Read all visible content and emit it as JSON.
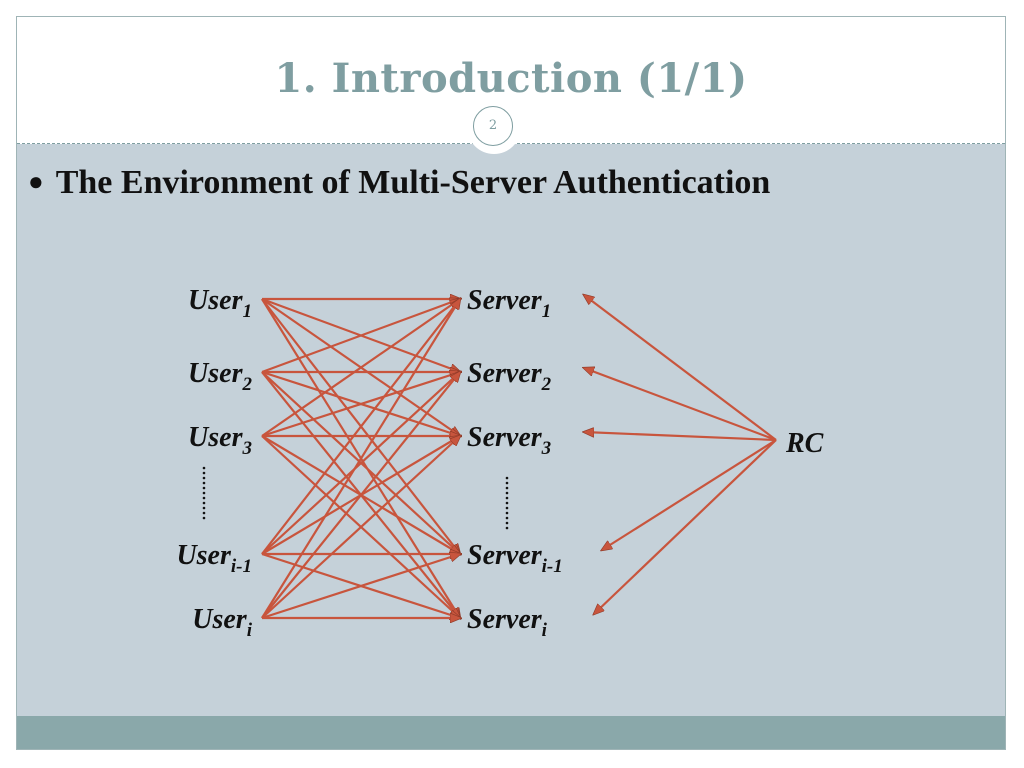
{
  "slide": {
    "title": "1. Introduction (1/1)",
    "page_number": "2",
    "bullet": "The Environment of Multi-Server Authentication"
  },
  "colors": {
    "title": "#7f9ea1",
    "content_bg": "#c5d1d9",
    "footer_bg": "#8aa8aa",
    "arrow": "#c8553d",
    "text": "#111111"
  },
  "diagram": {
    "users": [
      {
        "base": "User",
        "sub": "1"
      },
      {
        "base": "User",
        "sub": "2"
      },
      {
        "base": "User",
        "sub": "3"
      },
      {
        "base": "User",
        "sub": "i-1"
      },
      {
        "base": "User",
        "sub": "i"
      }
    ],
    "servers": [
      {
        "base": "Server",
        "sub": "1"
      },
      {
        "base": "Server",
        "sub": "2"
      },
      {
        "base": "Server",
        "sub": "3"
      },
      {
        "base": "Server",
        "sub": "i-1"
      },
      {
        "base": "Server",
        "sub": "i"
      }
    ],
    "rc_label": "RC",
    "user_server_links": "all-to-all",
    "rc_links": "RC to every server"
  }
}
